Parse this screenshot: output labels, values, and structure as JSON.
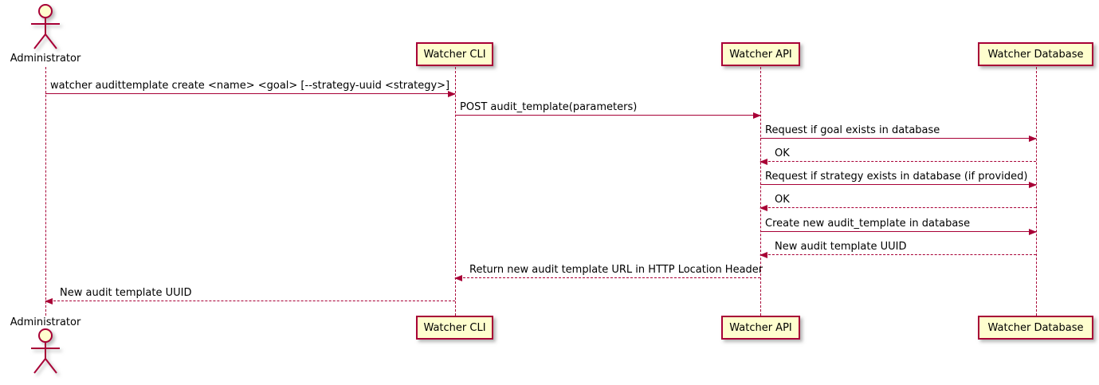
{
  "diagram": {
    "type": "sequence",
    "actor": {
      "name": "Administrator"
    },
    "participants": [
      {
        "label": "Watcher CLI"
      },
      {
        "label": "Watcher API"
      },
      {
        "label": "Watcher Database"
      }
    ],
    "messages": [
      {
        "from": "Administrator",
        "to": "Watcher CLI",
        "style": "solid",
        "direction": "right",
        "label": "watcher audittemplate create <name> <goal> [--strategy-uuid <strategy>]"
      },
      {
        "from": "Watcher CLI",
        "to": "Watcher API",
        "style": "solid",
        "direction": "right",
        "label": "POST audit_template(parameters)"
      },
      {
        "from": "Watcher API",
        "to": "Watcher Database",
        "style": "solid",
        "direction": "right",
        "label": "Request if goal exists in database"
      },
      {
        "from": "Watcher Database",
        "to": "Watcher API",
        "style": "dashed",
        "direction": "left",
        "label": "OK"
      },
      {
        "from": "Watcher API",
        "to": "Watcher Database",
        "style": "solid",
        "direction": "right",
        "label": "Request if strategy exists in database (if provided)"
      },
      {
        "from": "Watcher Database",
        "to": "Watcher API",
        "style": "dashed",
        "direction": "left",
        "label": "OK"
      },
      {
        "from": "Watcher API",
        "to": "Watcher Database",
        "style": "solid",
        "direction": "right",
        "label": "Create new audit_template in database"
      },
      {
        "from": "Watcher Database",
        "to": "Watcher API",
        "style": "dashed",
        "direction": "left",
        "label": "New audit template UUID"
      },
      {
        "from": "Watcher API",
        "to": "Watcher CLI",
        "style": "dashed",
        "direction": "left",
        "label": "Return new audit template URL in HTTP Location Header"
      },
      {
        "from": "Watcher CLI",
        "to": "Administrator",
        "style": "dashed",
        "direction": "left",
        "label": "New audit template UUID"
      }
    ],
    "colors": {
      "box_fill": "#FEFECE",
      "line": "#A80036",
      "text": "#000000",
      "background": "#FFFFFF"
    }
  }
}
